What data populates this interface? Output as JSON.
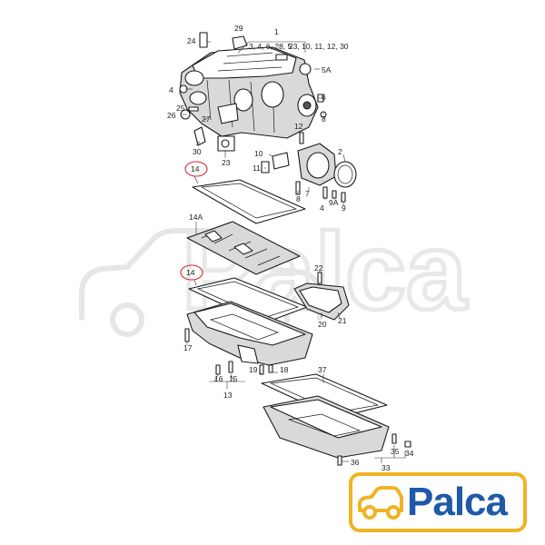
{
  "watermark": {
    "text": "Palca"
  },
  "brand": {
    "text": "Palca",
    "text_color": "#1f5aa8",
    "border_color": "#f0b323",
    "icon": "car-icon"
  },
  "highlight_color": "#d7262d",
  "labels": {
    "l1": "1",
    "l1_row1": "3, 4, 6, 28, 5",
    "l1_row2": "23, 10, 11, 12, 30",
    "l2": "2",
    "l4": "4",
    "l4b": "4",
    "l5a": "5A",
    "l6": "6",
    "l7": "7",
    "l8": "8",
    "l9": "9",
    "l9a": "9A",
    "l10": "10",
    "l11": "11",
    "l12": "12",
    "l13": "13",
    "l14_top": "14",
    "l14a": "14A",
    "l14_mid": "14",
    "l15": "15",
    "l16": "16",
    "l17": "17",
    "l18": "18",
    "l19": "19",
    "l20": "20",
    "l21": "21",
    "l22": "22",
    "l23": "23",
    "l24": "24",
    "l25": "25",
    "l26": "26",
    "l27": "27",
    "l29": "29",
    "l30": "30",
    "l33": "33",
    "l34": "34",
    "l35": "35",
    "l36": "36",
    "l37": "37"
  }
}
